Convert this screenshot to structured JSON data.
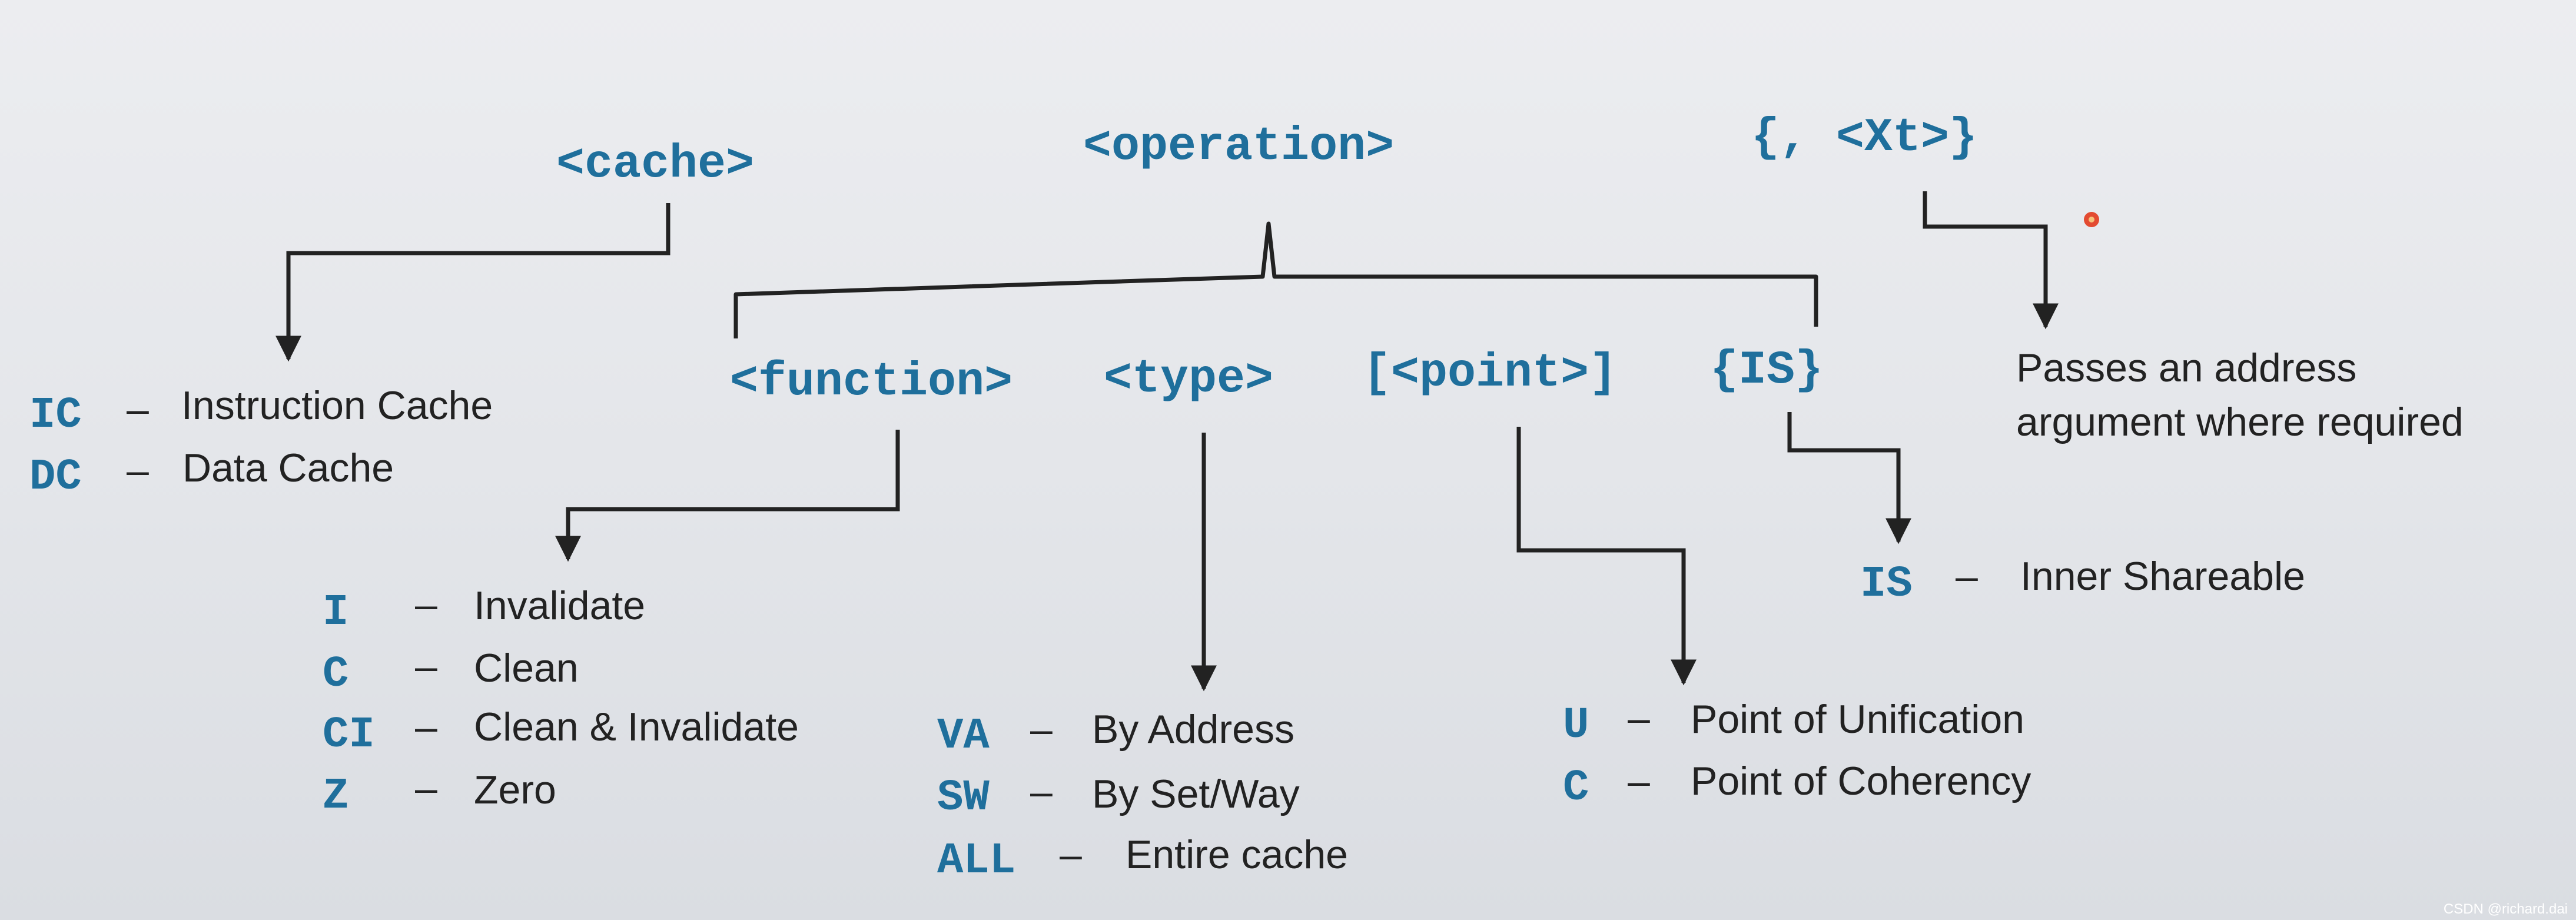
{
  "syntax": {
    "cache": "<cache>",
    "operation": "<operation>",
    "xt": "{, <Xt>}",
    "function": "<function>",
    "type": "<type>",
    "point": "[<point>]",
    "is": "{IS}"
  },
  "dash": "–",
  "cache_options": [
    {
      "code": "IC",
      "desc": "Instruction Cache"
    },
    {
      "code": "DC",
      "desc": "Data Cache"
    }
  ],
  "function_options": [
    {
      "code": "I",
      "desc": "Invalidate"
    },
    {
      "code": "C",
      "desc": "Clean"
    },
    {
      "code": "CI",
      "desc": "Clean & Invalidate"
    },
    {
      "code": "Z",
      "desc": "Zero"
    }
  ],
  "type_options": [
    {
      "code": "VA",
      "desc": "By Address"
    },
    {
      "code": "SW",
      "desc": "By Set/Way"
    },
    {
      "code": "ALL",
      "desc": "Entire cache"
    }
  ],
  "point_options": [
    {
      "code": "U",
      "desc": "Point of Unification"
    },
    {
      "code": "C",
      "desc": "Point of Coherency"
    }
  ],
  "is_options": [
    {
      "code": "IS",
      "desc": "Inner Shareable"
    }
  ],
  "xt_description": {
    "line1": "Passes an address",
    "line2": "argument where required"
  },
  "watermark": "CSDN @richard.dai",
  "colors": {
    "code": "#1f6f9c",
    "text": "#222222",
    "marker": "#e23a1c"
  }
}
